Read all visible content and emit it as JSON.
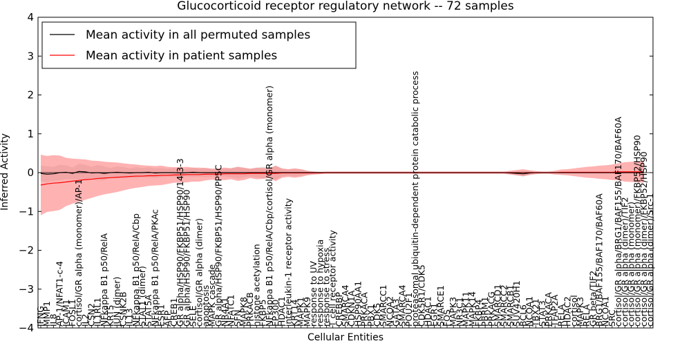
{
  "chart_data": {
    "type": "line",
    "title": "Glucocorticoid receptor regulatory network -- 72 samples",
    "xlabel": "Cellular Entities",
    "ylabel": "Inferred Activity",
    "ylim": [
      -4,
      4
    ],
    "yticks": [
      -4,
      -3,
      -2,
      -1,
      0,
      1,
      2,
      3,
      4
    ],
    "grid": false,
    "legend_position": "upper-left",
    "categories": [
      "IFNG",
      "MMP1",
      "IL8",
      "AP-1/NFAT1-c-4",
      "ICAM1",
      "FOSL1",
      "cortisol/GR alpha (monomer)/AP-1",
      "IL2",
      "CSN2",
      "IL1RL1",
      "NFkappa B1 p50/RelA",
      "KRT5",
      "JUN (dimer)",
      "CSNK2B",
      "IL13",
      "NFkappa B1 p50/RelA/Cbp",
      "STAT1 (dimer)",
      "STAT5A",
      "NFkappa B1 p50/RelA/PKAc",
      "ESR1",
      "AFP",
      "CREB1",
      "GR alpha/HSP90/FKBP51/HSP90/14-3-3",
      "GR alpha/HSP90/FKBP51/HSP90",
      "SELE",
      "cortisol/GR alpha (dimer)",
      "apoptosis",
      "MAPK cascade",
      "GR alpha/HSP90/FKBP51/HSP90/PP5C",
      "NR4A1",
      "NFATC1",
      "SFN",
      "MAPK8",
      "PRKACB",
      "histone acetylation",
      "FKBP5",
      "NFkappa B1 p50/RelA/Cbp/cortisol/GR alpha (monomer)",
      "EP300",
      "HDAC1",
      "interleukin-1 receptor activity",
      "KRT14",
      "MAPK1",
      "MAPK9",
      "response to UV",
      "response to hypoxia",
      "response to stress",
      "T cell receptor activity",
      "CREBBP",
      "SMARCA4",
      "CDKN1A",
      "HSP90AA1",
      "PRKACA",
      "PBX1",
      "CDK5",
      "SMARCC1",
      "NCOA2",
      "GATA3",
      "SMARCA4",
      "POU2F1",
      "proteasomal ubiquitin-dependent protein catabolic process",
      "CDK5R1/CDK5",
      "HDAC1",
      "EGR1",
      "SMARCE1",
      "FOS",
      "MAPK3",
      "NR3C1",
      "MAPK11",
      "MAPK14",
      "FKBP4",
      "PBRM1",
      "PRKACG",
      "SMARCD1",
      "SMARCC2",
      "SMARCB1",
      "SUV420H1",
      "BCL6",
      "NCOA1",
      "TBX21",
      "STAT3",
      "PRKACA",
      "TFAP2A",
      "RELA",
      "HDAC2",
      "cortisol",
      "MAPK3",
      "RELA",
      "GR beta/TIF2",
      "BRG1/BAF155/BAF170/BAF60A",
      "NCOA1",
      "SRC",
      "cortisol/GR alpha/BRG1/BAF155/BAF170/BAF60A",
      "cortisol/GR alpha (dimer)/TIF2",
      "cortisol/GR alpha (monomer)",
      "cortisol/GR alpha (monomer)/FKBP52/HSP90",
      "cortisol/GR alpha (dimer)/FKBP52/HSP90",
      "cortisol/GR alpha (dimer)/Src-1"
    ],
    "series": [
      {
        "name": "Mean activity in all permuted samples",
        "color": "#000000",
        "band_color": "#c8c8c8",
        "values": [
          -0.02,
          -0.04,
          -0.03,
          0.0,
          0.01,
          -0.02,
          0.03,
          0.02,
          -0.01,
          0.0,
          -0.02,
          0.0,
          0.01,
          0.0,
          -0.01,
          0.0,
          0.0,
          0.01,
          -0.01,
          0.0,
          0.0,
          0.0,
          -0.01,
          0.0,
          0.01,
          0.0,
          0.0,
          0.0,
          0.0,
          0.0,
          0.0,
          0.0,
          0.0,
          0.0,
          0.0,
          0.0,
          0.0,
          0.0,
          0.0,
          0.0,
          0.0,
          0.0,
          0.0,
          0.0,
          0.0,
          0.0,
          0.0,
          0.0,
          0.0,
          0.0,
          0.0,
          0.0,
          0.0,
          0.0,
          0.0,
          0.0,
          0.0,
          0.0,
          0.0,
          0.0,
          0.0,
          0.0,
          0.0,
          0.0,
          0.0,
          0.0,
          0.0,
          0.0,
          0.0,
          0.0,
          0.0,
          0.0,
          0.0,
          0.0,
          -0.01,
          -0.02,
          -0.03,
          -0.01,
          0.0,
          0.0,
          0.0,
          0.0,
          0.0,
          0.0,
          0.0,
          0.0,
          0.0,
          0.0,
          0.0,
          0.0,
          0.0,
          0.0,
          0.0,
          0.0,
          0.0,
          0.0
        ],
        "band": [
          0.2,
          0.2,
          0.18,
          0.2,
          0.18,
          0.15,
          0.2,
          0.18,
          0.16,
          0.2,
          0.18,
          0.12,
          0.15,
          0.15,
          0.12,
          0.14,
          0.12,
          0.13,
          0.12,
          0.12,
          0.1,
          0.12,
          0.1,
          0.1,
          0.12,
          0.1,
          0.12,
          0.1,
          0.1,
          0.1,
          0.12,
          0.15,
          0.12,
          0.1,
          0.12,
          0.15,
          0.12,
          0.18,
          0.1,
          0.08,
          0.1,
          0.08,
          0.05,
          0.03,
          0.02,
          0.02,
          0.02,
          0.02,
          0.02,
          0.02,
          0.02,
          0.02,
          0.02,
          0.02,
          0.02,
          0.02,
          0.02,
          0.02,
          0.02,
          0.02,
          0.02,
          0.02,
          0.02,
          0.02,
          0.02,
          0.02,
          0.02,
          0.02,
          0.02,
          0.02,
          0.02,
          0.02,
          0.02,
          0.02,
          0.03,
          0.05,
          0.07,
          0.05,
          0.03,
          0.02,
          0.02,
          0.02,
          0.02,
          0.02,
          0.02,
          0.02,
          0.02,
          0.02,
          0.02,
          0.02,
          0.02,
          0.02,
          0.02,
          0.02,
          0.02,
          0.02
        ]
      },
      {
        "name": "Mean activity in patient samples",
        "color": "#ff0000",
        "band_color": "#ff7f7f",
        "values": [
          -0.32,
          -0.29,
          -0.27,
          -0.26,
          -0.24,
          -0.22,
          -0.2,
          -0.18,
          -0.17,
          -0.15,
          -0.14,
          -0.13,
          -0.12,
          -0.11,
          -0.1,
          -0.09,
          -0.09,
          -0.08,
          -0.08,
          -0.07,
          -0.07,
          -0.06,
          -0.06,
          -0.05,
          -0.05,
          -0.05,
          -0.04,
          -0.04,
          -0.04,
          -0.03,
          -0.03,
          -0.03,
          -0.03,
          -0.02,
          -0.02,
          -0.02,
          -0.02,
          -0.02,
          -0.01,
          -0.01,
          -0.01,
          -0.01,
          -0.01,
          -0.01,
          -0.01,
          0.0,
          0.0,
          0.0,
          0.0,
          0.0,
          0.0,
          0.0,
          0.0,
          0.0,
          0.0,
          0.0,
          0.0,
          0.0,
          0.0,
          0.0,
          0.0,
          0.0,
          0.0,
          0.0,
          0.0,
          0.0,
          0.0,
          0.0,
          0.0,
          0.0,
          0.0,
          0.0,
          0.0,
          0.0,
          0.0,
          0.0,
          0.0,
          0.0,
          0.0,
          0.0,
          0.0,
          0.0,
          0.01,
          0.01,
          0.01,
          0.01,
          0.01,
          0.01,
          0.01,
          0.01,
          0.01,
          0.02,
          0.02,
          0.02,
          0.02,
          0.02
        ],
        "band": [
          0.78,
          0.72,
          0.72,
          0.7,
          0.62,
          0.58,
          0.55,
          0.52,
          0.48,
          0.45,
          0.42,
          0.4,
          0.38,
          0.35,
          0.32,
          0.3,
          0.28,
          0.26,
          0.25,
          0.25,
          0.22,
          0.2,
          0.2,
          0.2,
          0.18,
          0.18,
          0.16,
          0.14,
          0.15,
          0.16,
          0.14,
          0.18,
          0.16,
          0.12,
          0.15,
          0.14,
          0.12,
          0.2,
          0.12,
          0.1,
          0.12,
          0.1,
          0.06,
          0.04,
          0.03,
          0.03,
          0.03,
          0.03,
          0.03,
          0.03,
          0.03,
          0.03,
          0.03,
          0.03,
          0.03,
          0.03,
          0.03,
          0.03,
          0.03,
          0.03,
          0.03,
          0.03,
          0.03,
          0.03,
          0.03,
          0.03,
          0.03,
          0.03,
          0.03,
          0.03,
          0.03,
          0.03,
          0.03,
          0.03,
          0.05,
          0.07,
          0.09,
          0.06,
          0.04,
          0.03,
          0.03,
          0.05,
          0.07,
          0.08,
          0.1,
          0.12,
          0.14,
          0.15,
          0.17,
          0.18,
          0.2,
          0.22,
          0.25,
          0.26,
          0.27,
          0.28
        ]
      }
    ]
  }
}
